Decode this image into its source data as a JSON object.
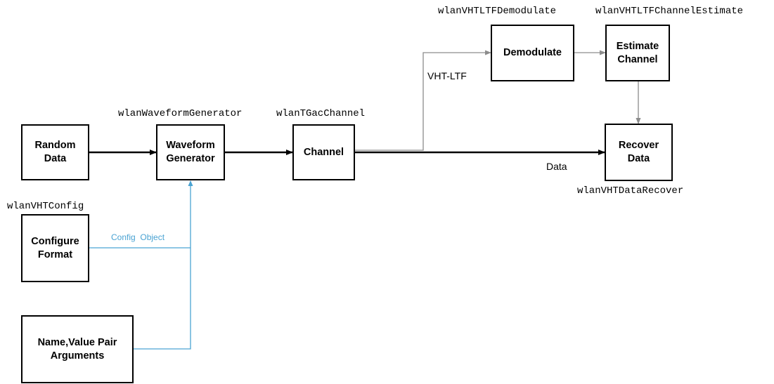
{
  "blocks": {
    "random_data": {
      "label": "Random\nData"
    },
    "waveform_generator": {
      "label": "Waveform\nGenerator",
      "function": "wlanWaveformGenerator"
    },
    "channel": {
      "label": "Channel",
      "function": "wlanTGacChannel"
    },
    "demodulate": {
      "label": "Demodulate",
      "function": "wlanVHTLTFDemodulate"
    },
    "estimate_channel": {
      "label": "Estimate\nChannel",
      "function": "wlanVHTLTFChannelEstimate"
    },
    "recover_data": {
      "label": "Recover\nData",
      "function": "wlanVHTDataRecover"
    },
    "configure_format": {
      "label": "Configure\nFormat",
      "function": "wlanVHTConfig"
    },
    "name_value_args": {
      "label": "Name,Value Pair\nArguments"
    }
  },
  "edge_labels": {
    "vht_ltf": "VHT-LTF",
    "data": "Data",
    "config_object": "Config  Object"
  },
  "colors": {
    "main_path": "#000000",
    "side_path": "#8c8c8c",
    "config_path": "#4aa3d3"
  }
}
